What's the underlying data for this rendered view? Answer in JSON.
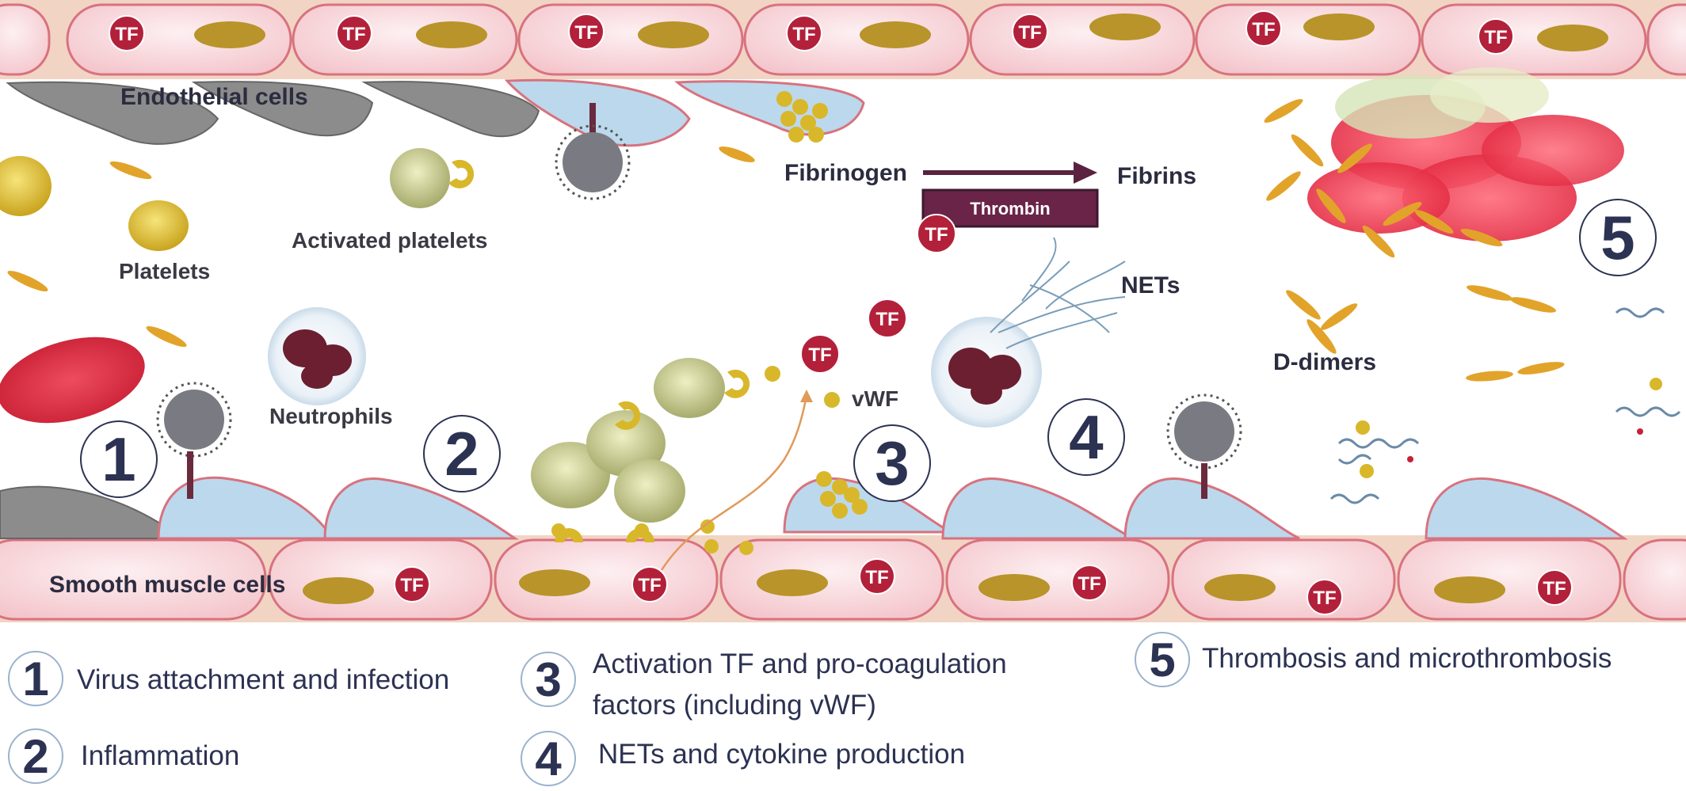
{
  "labels": {
    "endothelial": "Endothelial cells",
    "smooth_muscle": "Smooth muscle cells",
    "platelets": "Platelets",
    "activated_platelets": "Activated platelets",
    "neutrophils": "Neutrophils",
    "fibrinogen": "Fibrinogen",
    "fibrins": "Fibrins",
    "thrombin": "Thrombin",
    "nets": "NETs",
    "d_dimers": "D-dimers",
    "vwf": "vWF",
    "tf": "TF"
  },
  "steps": {
    "s1": "1",
    "s2": "2",
    "s3": "3",
    "s4": "4",
    "s5": "5"
  },
  "legend": [
    {
      "num": "1",
      "text": "Virus attachment and infection"
    },
    {
      "num": "2",
      "text": "Inflammation"
    },
    {
      "num": "3",
      "text": "Activation TF and pro-coagulation",
      "text2": "factors (including vWF)"
    },
    {
      "num": "4",
      "text": "NETs and cytokine production"
    },
    {
      "num": "5",
      "text": "Thrombosis and microthrombosis"
    }
  ],
  "colors": {
    "vessel_wall": "#f6d5d9",
    "vessel_border": "#d8727f",
    "tf_badge": "#b3203a",
    "nucleus": "#b8942a",
    "endothelial_blue": "#bcd8ec",
    "endothelial_grey": "#8a8a8a",
    "platelet": "#d9b72a",
    "rbc": "#d9283e",
    "thrombin_bar": "#6a2448",
    "legend_ink": "#2c3252"
  }
}
